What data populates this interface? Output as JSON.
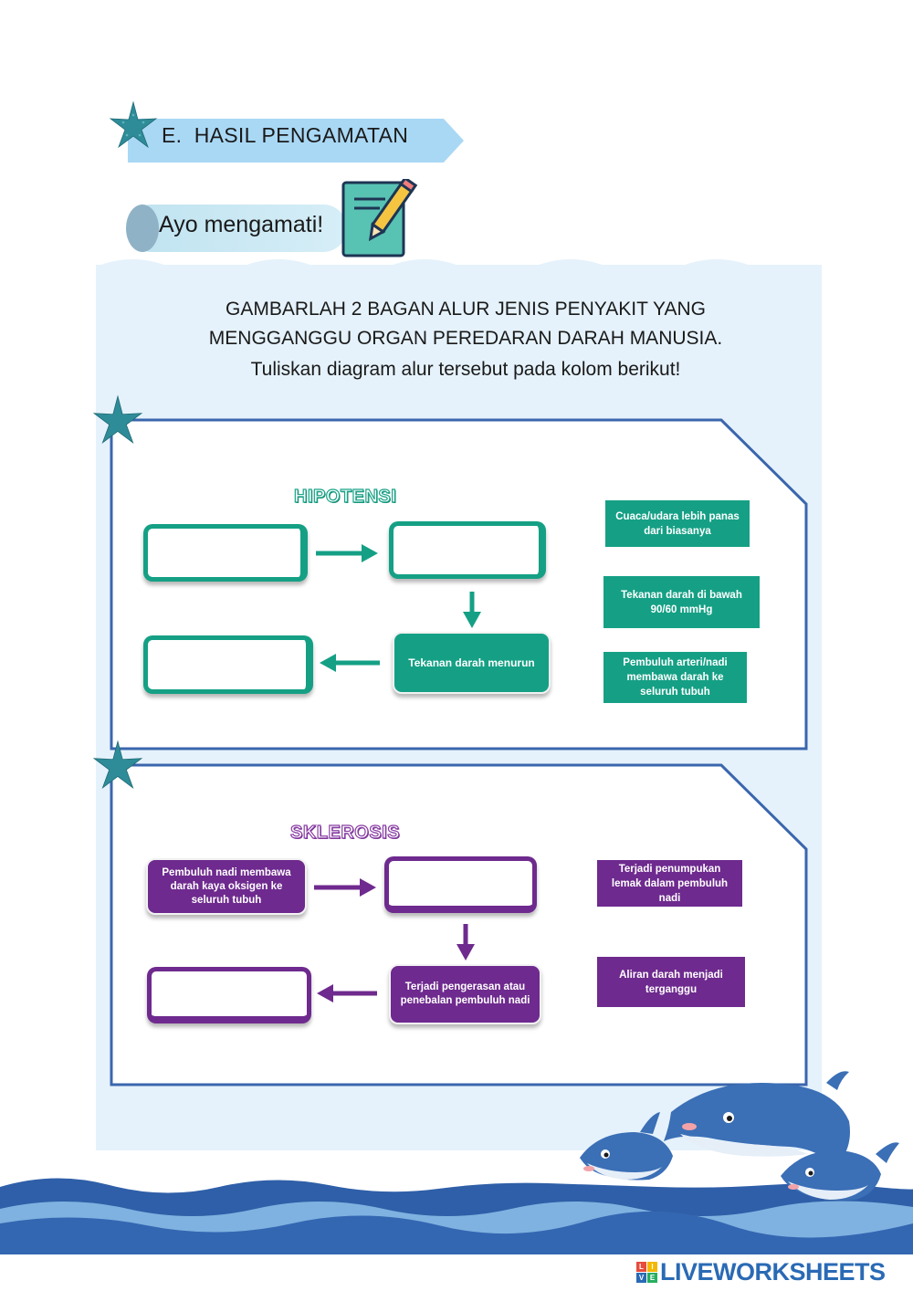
{
  "section": {
    "letter": "E.",
    "title": "HASIL PENGAMATAN"
  },
  "prompt_pill": "Ayo mengamati!",
  "instructions": {
    "line1": "GAMBARLAH 2 BAGAN ALUR JENIS PENYAKIT YANG",
    "line2": "MENGGANGGU ORGAN PEREDARAN DARAH MANUSIA.",
    "line3": "Tuliskan diagram alur tersebut pada kolom berikut!"
  },
  "hipotensi": {
    "heading": "HIPOTENSI",
    "box_filled": "Tekanan darah menurun",
    "options": [
      "Cuaca/udara lebih panas dari biasanya",
      "Tekanan darah  di bawah 90/60 mmHg",
      "Pembuluh arteri/nadi membawa darah ke seluruh tubuh"
    ]
  },
  "sklerosis": {
    "heading": "SKLEROSIS",
    "box_start": "Pembuluh nadi membawa darah kaya oksigen ke seluruh tubuh",
    "box_filled": "Terjadi pengerasan atau penebalan pembuluh nadi",
    "options": [
      "Terjadi penumpukan lemak dalam pembuluh nadi",
      "Aliran darah menjadi terganggu"
    ]
  },
  "branding": {
    "logo_letters": [
      "L",
      "I",
      "V",
      "E"
    ],
    "logo_text": "LIVEWORKSHEETS"
  },
  "colors": {
    "green": "#15a085",
    "purple": "#6e2a8e",
    "frame": "#3a66ad",
    "panel": "#e5f2fb",
    "ribbon": "#a9d8f5",
    "starfish": "#2e8c98",
    "sea": "#2f5fa8"
  },
  "icons": [
    "starfish-icon",
    "notepad-pencil-icon",
    "dolphin-illustration"
  ]
}
